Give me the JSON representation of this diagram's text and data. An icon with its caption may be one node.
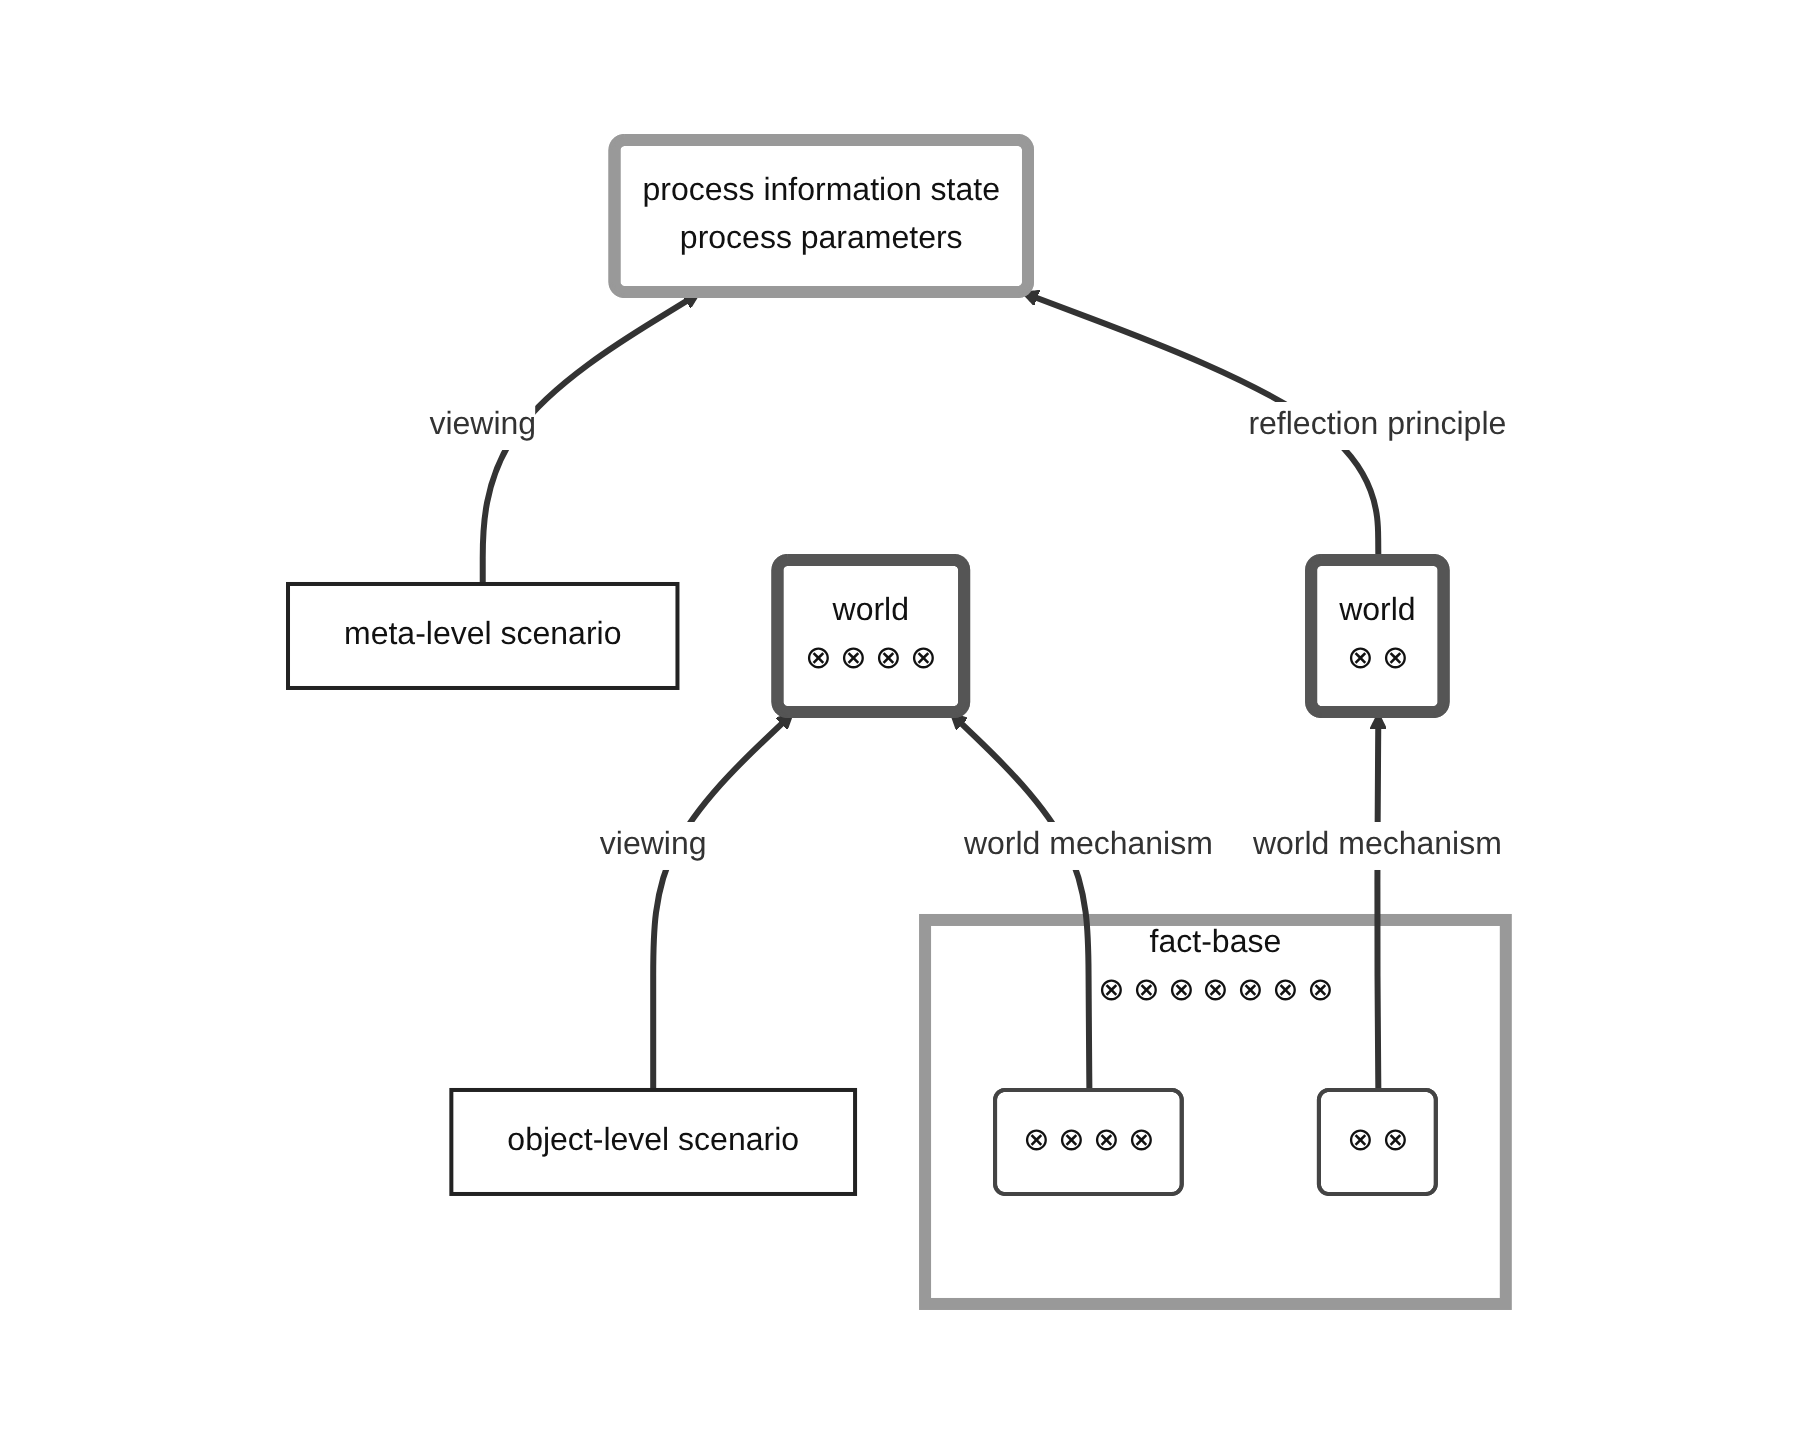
{
  "diagram": {
    "nodes": [
      {
        "text": [
          "object-level scenario"
        ]
      },
      {
        "text": [
          "meta-level scenario"
        ]
      },
      {
        "text": [
          "world",
          "⊗ ⊗ ⊗ ⊗"
        ]
      },
      {
        "text": [
          "process information state",
          "process parameters"
        ]
      },
      {
        "text": [
          "world",
          "⊗ ⊗"
        ]
      },
      {
        "text": [
          "fact-base",
          "⊗ ⊗ ⊗ ⊗ ⊗ ⊗ ⊗"
        ]
      },
      {
        "text": [
          "⊗ ⊗ ⊗ ⊗"
        ],
        "in": 5
      },
      {
        "text": [
          "⊗ ⊗"
        ],
        "in": 5
      }
    ],
    "edges": [
      {
        "from": 0,
        "to": 2,
        "arrow": "to",
        "label": "viewing"
      },
      {
        "from": 1,
        "to": 3,
        "arrow": "to",
        "label": "viewing"
      },
      {
        "from": 4,
        "to": 3,
        "arrow": "to",
        "label": "reflection principle"
      },
      {
        "from": 6,
        "to": 2,
        "arrow": "to",
        "label": "world mechanism"
      },
      {
        "from": 7,
        "to": 4,
        "arrow": "to",
        "label": "world mechanism"
      }
    ]
  }
}
